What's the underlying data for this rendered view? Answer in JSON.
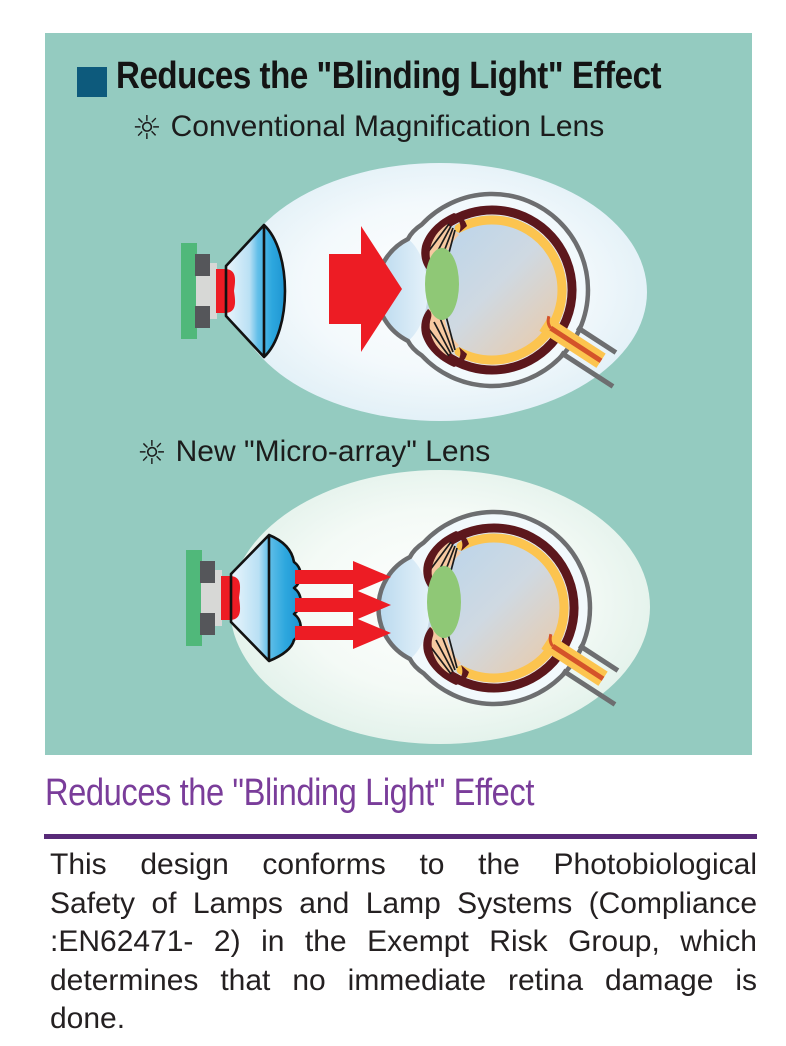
{
  "panel": {
    "header": {
      "title": "Reduces the \"Blinding Light\" Effect",
      "bullet_color": "#0d5a7c"
    },
    "background_color": "#94cbc0",
    "diagram_conventional": {
      "sun_icon": "☼",
      "label": "Conventional Magnification Lens",
      "beam": "single-wide-arrow"
    },
    "diagram_microarray": {
      "sun_icon": "☼",
      "label": "New \"Micro-array\" Lens",
      "beam": "three-narrow-arrows"
    },
    "colors": {
      "arrow_red": "#ed1c24",
      "board_green": "#50b87a",
      "lens_blue": "#2da7de",
      "eye_outline_gray": "#6d6e70",
      "choroid_maroon": "#5c171c",
      "retina_yellow": "#fcc44f",
      "crystalline_lens_green": "#8fc876",
      "ciliary_peach": "#f6c9a1",
      "optic_nerve_orange": "#d4532a"
    }
  },
  "section": {
    "heading": "Reduces the \"Blinding Light\" Effect",
    "heading_color": "#7a3d9a",
    "rule_color": "#582a78",
    "body_lines": [
      "This design conforms to the Photobiological",
      "Safety of Lamps and Lamp Systems (Compliance",
      ":EN62471- 2) in the Exempt Risk Group, which",
      "determines that no immediate retina damage is",
      "done."
    ],
    "body_text": "This design conforms to the Photobiological Safety of Lamps and Lamp Systems (Compliance :EN62471- 2) in the Exempt Risk Group, which determines that no immediate retina damage is done."
  }
}
